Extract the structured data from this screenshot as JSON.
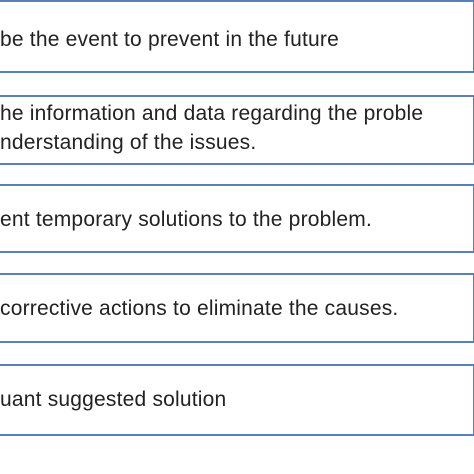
{
  "colors": {
    "border": "#5b80b8",
    "text": "#222222",
    "background": "#ffffff"
  },
  "steps": [
    {
      "lines": [
        "be the event to prevent in the future"
      ]
    },
    {
      "lines": [
        "he information and data regarding the proble",
        "nderstanding of the issues."
      ]
    },
    {
      "lines": [
        "ent temporary solutions to the problem."
      ]
    },
    {
      "lines": [
        "corrective actions to eliminate the causes."
      ]
    },
    {
      "lines": [
        "uant suggested solution"
      ]
    }
  ]
}
